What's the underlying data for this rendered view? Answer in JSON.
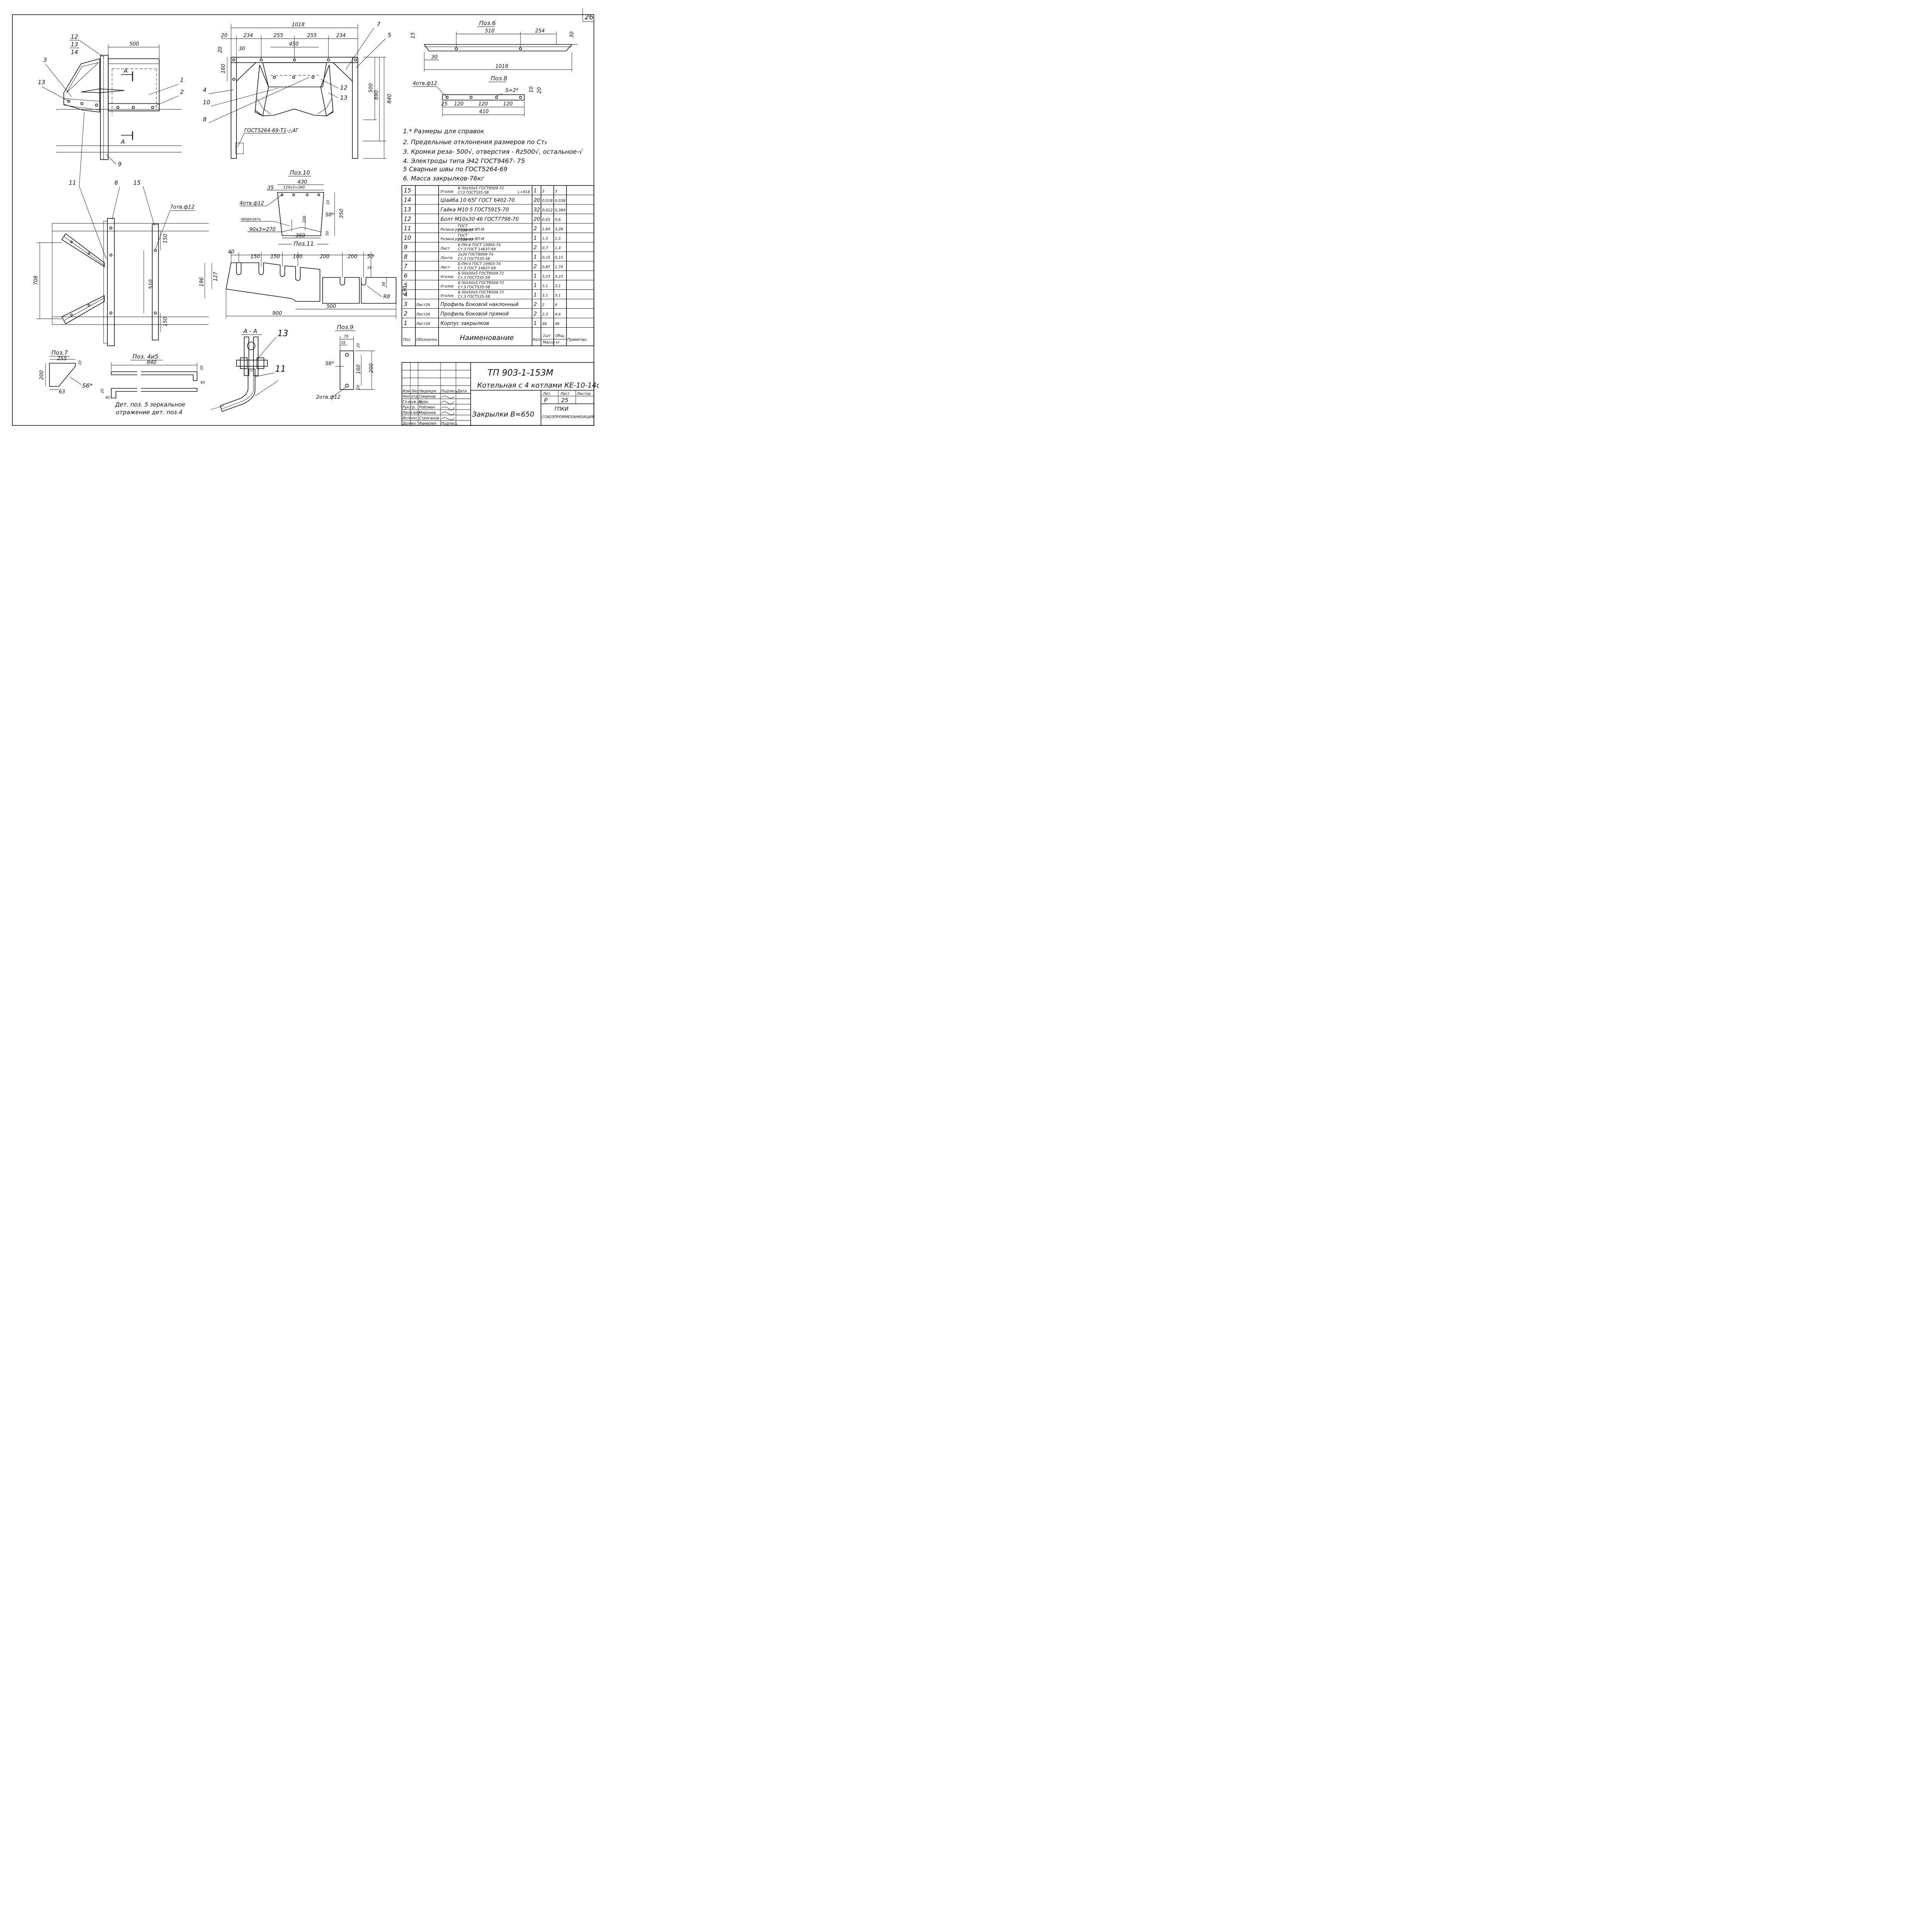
{
  "page_number": "26",
  "notes": [
    "1.* Размеры для справок",
    "2. Предельные отклонения размеров по Ст₉",
    "3. Кромки реза- 500√, отверстия - Rz500√, остальное-√",
    "4. Электроды типа Э42 ГОСТ9467- 75",
    "5 Сварные швы по ГОСТ5264-69",
    "6. Масса закрылков-76кг"
  ],
  "spec_headers": {
    "pos": "Поз.",
    "designation": "Обозначен.",
    "name": "Наименование",
    "qty": "Кол.",
    "unit_mass": "1шт",
    "total_mass": "Общ.",
    "mass_label": "Масса кг",
    "note": "Примечан."
  },
  "spec_rows": [
    {
      "pos": "15",
      "desig": "",
      "name": "Уголок",
      "std1": "Б-50х50х5 ГОСТ8509-72",
      "std2": "Ст3 ГОСТ535-58",
      "extra": "L=918",
      "qty": "1",
      "m1": "3",
      "m2": "3"
    },
    {
      "pos": "14",
      "desig": "",
      "name": "Шайба 10·65Г ГОСТ 6402-70",
      "std1": "",
      "std2": "",
      "extra": "",
      "qty": "20",
      "m1": "0,018",
      "m2": "0,038"
    },
    {
      "pos": "13",
      "desig": "",
      "name": "Гайка М10·5 ГОСТ5915-70",
      "std1": "",
      "std2": "",
      "extra": "",
      "qty": "32",
      "m1": "0,012",
      "m2": "0,384"
    },
    {
      "pos": "12",
      "desig": "",
      "name": "Болт М10х30·46 ГОСТ7798-70",
      "std1": "",
      "std2": "",
      "extra": "",
      "qty": "20",
      "m1": "0,03",
      "m2": "0,6"
    },
    {
      "pos": "11",
      "desig": "",
      "name": "Резина рулонная 8П-М",
      "std1": "ГОСТ",
      "std2": "7338-77",
      "extra": "",
      "qty": "2",
      "m1": "1,64",
      "m2": "3,28"
    },
    {
      "pos": "10",
      "desig": "",
      "name": "Резина рулонная 8П-М",
      "std1": "ГОСТ",
      "std2": "7338-77",
      "extra": "",
      "qty": "1",
      "m1": "1,5",
      "m2": "1,5"
    },
    {
      "pos": "9",
      "desig": "",
      "name": "Лист",
      "std1": "Б-ПН-6 ГОСТ 19903-74",
      "std2": "Ст.3 ГОСТ 14637-69",
      "extra": "",
      "qty": "2",
      "m1": "0,7",
      "m2": "1,4"
    },
    {
      "pos": "8",
      "desig": "",
      "name": "Лента",
      "std1": "2х20 ГОСТ6009-74",
      "std2": "Ст.3 ГОСТ535-58",
      "extra": "",
      "qty": "1",
      "m1": "0,15",
      "m2": "0,15"
    },
    {
      "pos": "7",
      "desig": "",
      "name": "Лист",
      "std1": "Б-ПН-4 ГОСТ 19903-74",
      "std2": "Ст.3 ГОСТ 14637-69",
      "extra": "",
      "qty": "2",
      "m1": "0,87",
      "m2": "1,74"
    },
    {
      "pos": "6",
      "desig": "",
      "name": "Уголок",
      "std1": "Б-50х50х5 ГОСТ8509-72",
      "std2": "Ст.3 ГОСТ535-58",
      "extra": "",
      "qty": "1",
      "m1": "3,23",
      "m2": "3,23"
    },
    {
      "pos": "5",
      "desig": "",
      "name": "Уголок",
      "std1": "Б-50х50х5 ГОСТ8509-72",
      "std2": "Ст.3 ГОСТ535-58",
      "extra": "",
      "qty": "1",
      "m1": "3,1",
      "m2": "3,1"
    },
    {
      "pos": "4",
      "desig": "",
      "name": "Уголок",
      "std1": "Б-50х50х5 ГОСТ8509-72",
      "std2": "Ст.3 ГОСТ535-58",
      "extra": "",
      "qty": "1",
      "m1": "3,1",
      "m2": "3,1"
    },
    {
      "pos": "3",
      "desig": "Лист26",
      "name": "Профиль боковой наклонный",
      "std1": "",
      "std2": "",
      "extra": "",
      "qty": "2",
      "m1": "2",
      "m2": "4"
    },
    {
      "pos": "2",
      "desig": "Лист26",
      "name": "Профиль боковой прямой",
      "std1": "",
      "std2": "",
      "extra": "",
      "qty": "2",
      "m1": "2,3",
      "m2": "4,6"
    },
    {
      "pos": "1",
      "desig": "Лист26",
      "name": "Корпус закрылков",
      "std1": "",
      "std2": "",
      "extra": "",
      "qty": "1",
      "m1": "46",
      "m2": "46"
    }
  ],
  "title_block": {
    "doc_code": "ТП 903-1-153М",
    "project": "Котельная с 4 котлами КЕ-10-14с",
    "sheet_title": "Закрылки В=650",
    "stage_label": "Лит.",
    "sheet_label": "Лист",
    "sheets_label": "Листов",
    "stage": "Р",
    "sheet": "25",
    "org1": "ГПКИ",
    "org2": "СОЮЗПРОММЕХАНИЗАЦИЯ",
    "col_headers": [
      "Изм",
      "Лист",
      "№докум",
      "Подпись",
      "Дата"
    ],
    "staff": [
      {
        "role": "Нач.отд",
        "name": "Смирнов"
      },
      {
        "role": "Гл.инж.пр",
        "name": "Куро"
      },
      {
        "role": "Рук.гр.",
        "name": "Ройзман"
      },
      {
        "role": "Пров.вер",
        "name": "Миронов"
      },
      {
        "role": "Исполн",
        "name": "Строганов"
      },
      {
        "role": "Должн",
        "name": "Фамилия"
      }
    ],
    "sign_label": "Подпись"
  },
  "views": {
    "top_left_dims": [
      "500"
    ],
    "center_dims": [
      "1018",
      "20",
      "234",
      "255",
      "255",
      "234",
      "450",
      "30",
      "20",
      "160",
      "500",
      "690",
      "840"
    ],
    "center_weld": "ГОСТ5264-69-Т1-△4Г",
    "section_label": "А",
    "pos6": {
      "title": "Поз.6",
      "dims": [
        "510",
        "254",
        "30",
        "15",
        "1018",
        "30"
      ]
    },
    "pos8": {
      "title": "Поз.8",
      "holes": "4отв.ф12",
      "s": "S=2*",
      "dims": [
        "25",
        "120",
        "120",
        "120",
        "410",
        "10",
        "20"
      ]
    },
    "pos10": {
      "title": "Поз.10",
      "holes": "4отв.ф12",
      "cut": "прорезать",
      "s": "S8*",
      "dims": [
        "430",
        "35",
        "120х3=360",
        "10",
        "350",
        "100",
        "50",
        "90х3=270",
        "360"
      ]
    },
    "pos11": {
      "title": "Поз.11",
      "dims": [
        "40",
        "150",
        "150",
        "100",
        "200",
        "200",
        "50",
        "16",
        "127",
        "196",
        "38",
        "130",
        "R8",
        "500",
        "900"
      ]
    },
    "bottom_left": {
      "holes": "7отв.ф12",
      "dims": [
        "708",
        "510",
        "150",
        "150"
      ]
    },
    "section_aa": {
      "title": "А - А"
    },
    "pos9": {
      "title": "Поз.9",
      "s": "S6*",
      "holes": "2отв.ф12",
      "dims": [
        "70",
        "35",
        "20",
        "160",
        "200",
        "20"
      ]
    },
    "pos7": {
      "title": "Поз.7",
      "s": "S6*",
      "dims": [
        "255",
        "10",
        "200",
        "63"
      ]
    },
    "pos45": {
      "title": "Поз. 4и5",
      "dims": [
        "840",
        "20",
        "40",
        "20",
        "40"
      ],
      "note1": "Дет. поз. 5 зеркальное",
      "note2": "отражение дет. поз.4"
    },
    "leaders": [
      "12",
      "13",
      "14",
      "3",
      "13",
      "1",
      "2",
      "9",
      "11",
      "6",
      "15",
      "7",
      "5",
      "4",
      "10",
      "8",
      "12",
      "13",
      "13",
      "11"
    ]
  }
}
